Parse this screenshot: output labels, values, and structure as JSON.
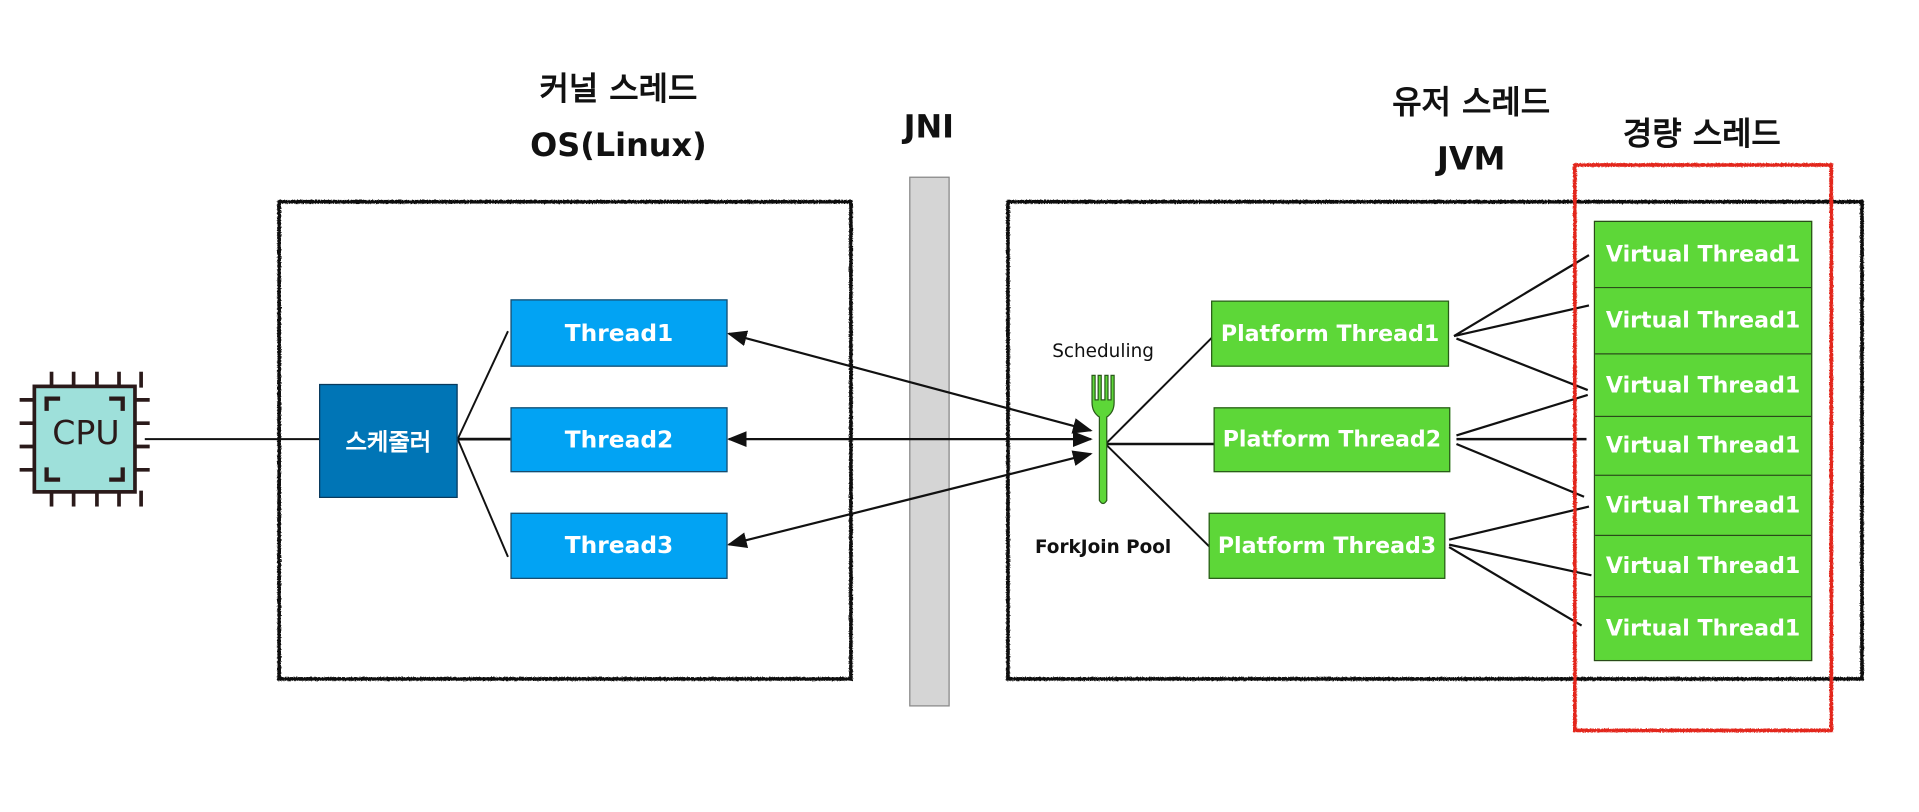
{
  "headings": {
    "kernel_title": "커널 스레드",
    "kernel_subtitle": "OS(Linux)",
    "jni": "JNI",
    "user_title": "유저 스레드",
    "user_subtitle": "JVM",
    "lightweight_title": "경량 스레드"
  },
  "cpu": {
    "label": "CPU",
    "color": "#9ee0da",
    "icon": "cpu-chip-icon"
  },
  "scheduler": {
    "label": "스케줄러",
    "color": "#0075b6"
  },
  "kernel_threads": [
    {
      "label": "Thread1"
    },
    {
      "label": "Thread2"
    },
    {
      "label": "Thread3"
    }
  ],
  "forkjoin": {
    "scheduling_label": "Scheduling",
    "pool_label": "ForkJoin Pool",
    "icon": "fork-icon",
    "color": "#5dd738"
  },
  "platform_threads": [
    {
      "label": "Platform Thread1"
    },
    {
      "label": "Platform Thread2"
    },
    {
      "label": "Platform Thread3"
    }
  ],
  "virtual_threads": [
    {
      "label": "Virtual Thread1"
    },
    {
      "label": "Virtual Thread1"
    },
    {
      "label": "Virtual Thread1"
    },
    {
      "label": "Virtual Thread1"
    },
    {
      "label": "Virtual Thread1"
    },
    {
      "label": "Virtual Thread1"
    },
    {
      "label": "Virtual Thread1"
    }
  ],
  "colors": {
    "kernel_thread": "#02a3f3",
    "green_thread": "#5dd738",
    "highlight": "#e3281b",
    "jni_bar": "#d5d5d5"
  }
}
